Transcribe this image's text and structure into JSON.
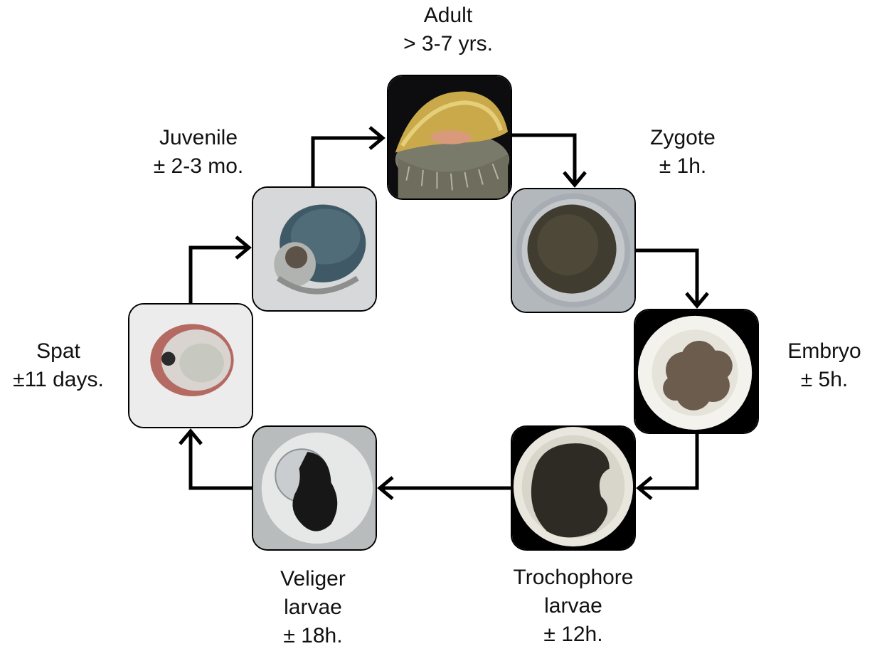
{
  "stages": {
    "adult": {
      "name": "Adult",
      "time": "> 3-7 yrs.",
      "icon": "adult-abalone-photo"
    },
    "zygote": {
      "name": "Zygote",
      "time": "± 1h.",
      "icon": "zygote-photo"
    },
    "embryo": {
      "name": "Embryo",
      "time": "± 5h.",
      "icon": "embryo-photo"
    },
    "trochophore": {
      "name": "Trochophore",
      "name2": "larvae",
      "time": "± 12h.",
      "icon": "trochophore-photo"
    },
    "veliger": {
      "name": "Veliger",
      "name2": "larvae",
      "time": "± 18h.",
      "icon": "veliger-photo"
    },
    "spat": {
      "name": "Spat",
      "time": "±11 days.",
      "icon": "spat-photo"
    },
    "juvenile": {
      "name": "Juvenile",
      "time": "± 2-3 mo.",
      "icon": "juvenile-shell-photo"
    }
  },
  "colors": {
    "arrow": "#000000",
    "text": "#111111"
  }
}
